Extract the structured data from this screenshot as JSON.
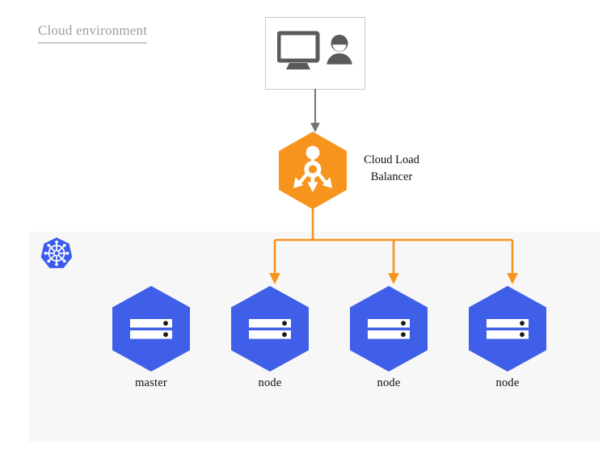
{
  "diagram": {
    "title": "Cloud environment",
    "background_color": "#ffffff",
    "title_color": "#9e9e9e"
  },
  "client": {
    "name": "client-workstation",
    "monitor_icon": "monitor-icon",
    "person_icon": "person-icon",
    "border_color": "#c7c7c7",
    "icon_color": "#5a5a5a"
  },
  "connections": {
    "client_to_lb": {
      "icon": "arrow-down-icon",
      "color": "#757575"
    },
    "lb_to_nodes": {
      "icon": "branch-arrows-icon",
      "color": "#f7941e",
      "targets": 3
    }
  },
  "load_balancer": {
    "label_line1": "Cloud Load",
    "label_line2": "Balancer",
    "icon": "load-balancer-icon",
    "shape": "hexagon",
    "color": "#f7941e",
    "label_color": "#111111"
  },
  "cluster": {
    "logo_icon": "kubernetes-logo-icon",
    "logo_color": "#3a5bef",
    "panel_color": "#f7f7f7",
    "nodes": [
      {
        "label": "master",
        "icon": "server-icon",
        "color": "#3f5fe8"
      },
      {
        "label": "node",
        "icon": "server-icon",
        "color": "#3f5fe8"
      },
      {
        "label": "node",
        "icon": "server-icon",
        "color": "#3f5fe8"
      },
      {
        "label": "node",
        "icon": "server-icon",
        "color": "#3f5fe8"
      }
    ]
  }
}
